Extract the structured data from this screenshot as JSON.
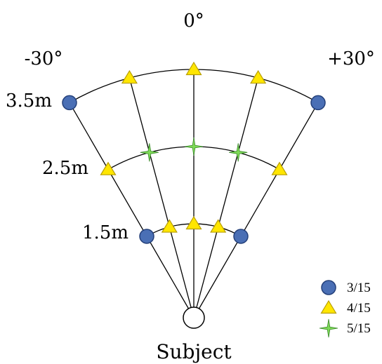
{
  "labels": {
    "angle_center": "0°",
    "angle_left": "-30°",
    "angle_right": "+30°",
    "radius_outer": "3.5m",
    "radius_middle": "2.5m",
    "radius_inner": "1.5m",
    "subject": "Subject"
  },
  "angles_deg": [
    -30,
    -15,
    0,
    15,
    30
  ],
  "radii_m": [
    1.5,
    2.5,
    3.5
  ],
  "markers": [
    {
      "radius_m": 3.5,
      "angle_deg": -30,
      "marker": "circle"
    },
    {
      "radius_m": 3.5,
      "angle_deg": -15,
      "marker": "triangle"
    },
    {
      "radius_m": 3.5,
      "angle_deg": 0,
      "marker": "triangle"
    },
    {
      "radius_m": 3.5,
      "angle_deg": 15,
      "marker": "triangle"
    },
    {
      "radius_m": 3.5,
      "angle_deg": 30,
      "marker": "circle"
    },
    {
      "radius_m": 2.5,
      "angle_deg": -30,
      "marker": "triangle"
    },
    {
      "radius_m": 2.5,
      "angle_deg": -15,
      "marker": "star"
    },
    {
      "radius_m": 2.5,
      "angle_deg": 0,
      "marker": "star"
    },
    {
      "radius_m": 2.5,
      "angle_deg": 15,
      "marker": "star"
    },
    {
      "radius_m": 2.5,
      "angle_deg": 30,
      "marker": "triangle"
    },
    {
      "radius_m": 1.5,
      "angle_deg": -30,
      "marker": "circle"
    },
    {
      "radius_m": 1.5,
      "angle_deg": -15,
      "marker": "triangle"
    },
    {
      "radius_m": 1.5,
      "angle_deg": 0,
      "marker": "triangle"
    },
    {
      "radius_m": 1.5,
      "angle_deg": 15,
      "marker": "triangle"
    },
    {
      "radius_m": 1.5,
      "angle_deg": 30,
      "marker": "circle"
    }
  ],
  "legend": [
    {
      "marker": "circle",
      "label": "3/15"
    },
    {
      "marker": "triangle",
      "label": "4/15"
    },
    {
      "marker": "star",
      "label": "5/15"
    }
  ],
  "colors": {
    "circle_fill": "#4a6fb5",
    "circle_stroke": "#24407a",
    "triangle_fill": "#ffe600",
    "triangle_stroke": "#b89e00",
    "star_fill": "#7ed957",
    "star_stroke": "#3a8a2a",
    "line": "#000000"
  }
}
